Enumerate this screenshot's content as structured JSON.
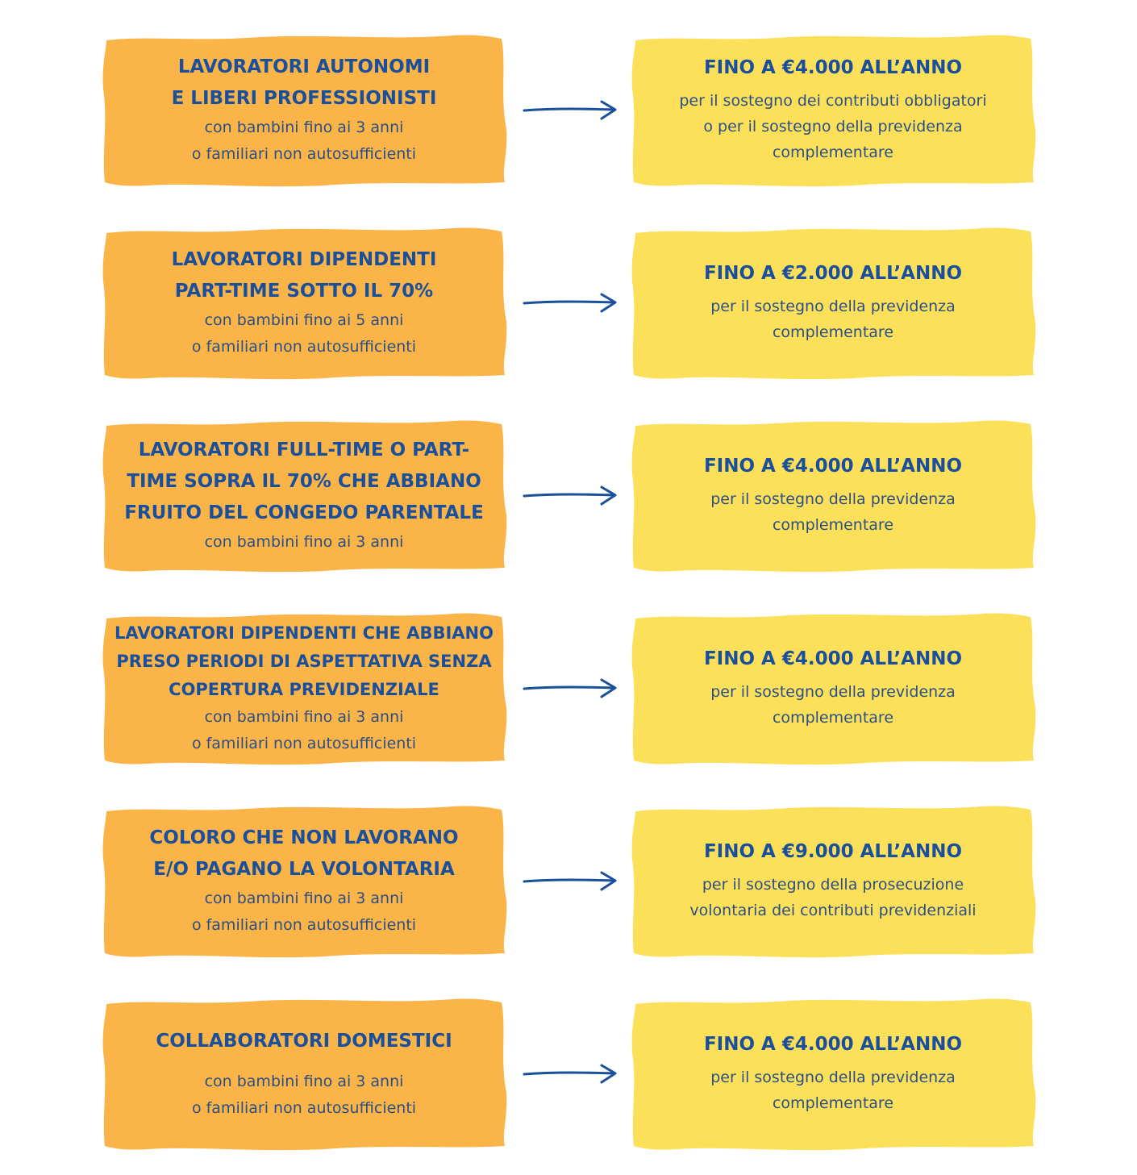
{
  "colors": {
    "left_fill": "#fbb447",
    "right_fill": "#fde05a",
    "text_dark_blue": "#1a4f9c",
    "arrow": "#1a4f9c"
  },
  "rows": [
    {
      "category": "LAVORATORI AUTONOMI\nE LIBERI PROFESSIONISTI",
      "condition": "con bambini fino ai 3 anni\no familiari non autosufficienti",
      "amount": "FINO A €4.000 ALL’ANNO",
      "purpose": "per il sostegno dei contributi obbligatori\no per il sostegno della previdenza\ncomplementare"
    },
    {
      "category": "LAVORATORI DIPENDENTI\nPART-TIME SOTTO IL 70%",
      "condition": "con bambini fino ai 5 anni\no familiari non autosufficienti",
      "amount": "FINO A €2.000 ALL’ANNO",
      "purpose": "per il sostegno della previdenza\ncomplementare"
    },
    {
      "category": "LAVORATORI FULL-TIME O PART-\nTIME SOPRA IL 70% CHE ABBIANO\nFRUITO DEL CONGEDO PARENTALE",
      "condition": "con bambini fino ai 3 anni",
      "amount": "FINO A €4.000 ALL’ANNO",
      "purpose": "per il sostegno della previdenza\ncomplementare"
    },
    {
      "category": "LAVORATORI DIPENDENTI CHE ABBIANO\nPRESO PERIODI DI ASPETTATIVA SENZA\nCOPERTURA PREVIDENZIALE",
      "condition": "con bambini fino ai 3 anni\no familiari non autosufficienti",
      "amount": "FINO A €4.000 ALL’ANNO",
      "purpose": "per il sostegno della previdenza\ncomplementare"
    },
    {
      "category": "COLORO CHE NON LAVORANO\nE/O PAGANO LA VOLONTARIA",
      "condition": "con bambini fino ai 3 anni\no familiari non autosufficienti",
      "amount": "FINO A €9.000 ALL’ANNO",
      "purpose": "per il sostegno della prosecuzione\nvolontaria dei contributi previdenziali"
    },
    {
      "category": "COLLABORATORI DOMESTICI",
      "condition": "con bambini fino ai 3 anni\no familiari non autosufficienti",
      "amount": "FINO A €4.000 ALL’ANNO",
      "purpose": "per il sostegno della previdenza\ncomplementare"
    }
  ]
}
